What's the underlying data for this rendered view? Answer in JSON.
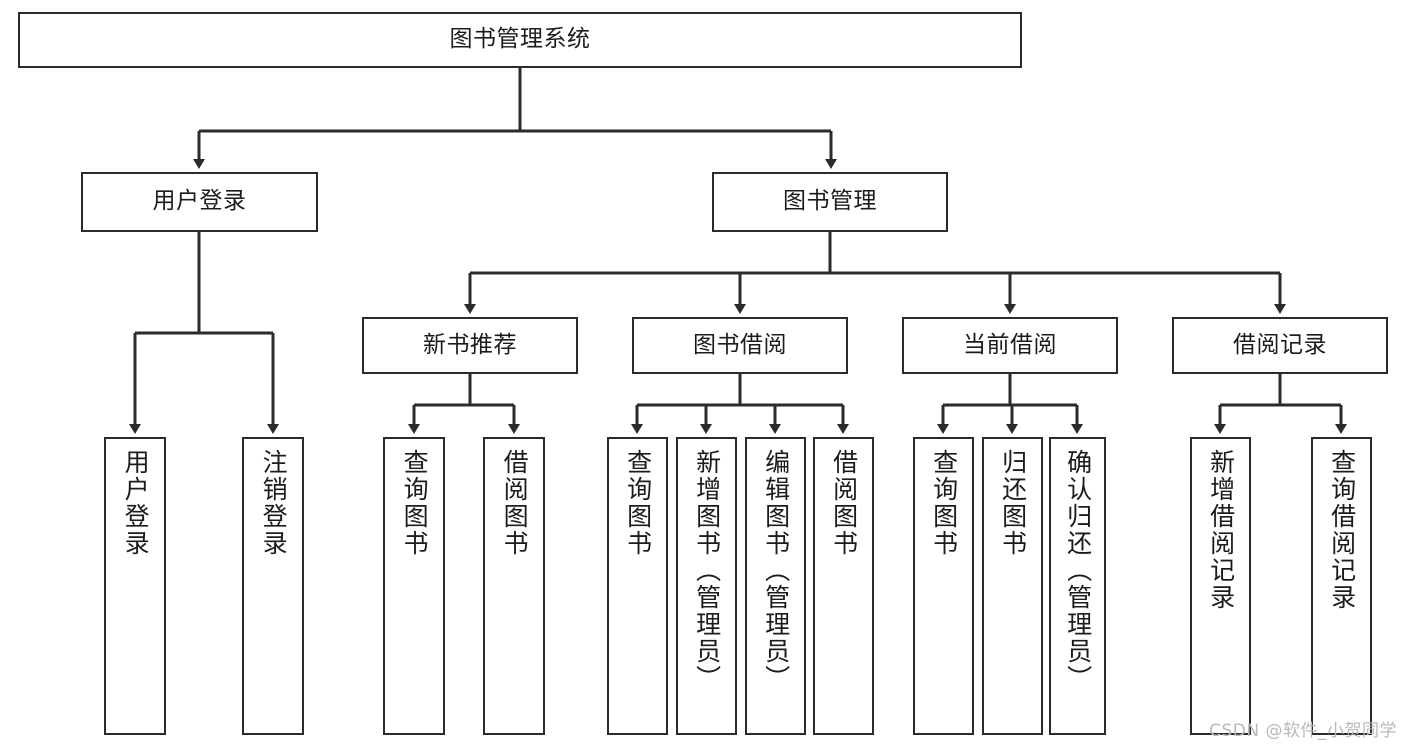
{
  "diagram": {
    "title": "图书管理系统",
    "type": "tree",
    "root": {
      "label": "图书管理系统"
    },
    "level2": [
      {
        "label": "用户登录"
      },
      {
        "label": "图书管理"
      }
    ],
    "level3": [
      {
        "label": "新书推荐"
      },
      {
        "label": "图书借阅"
      },
      {
        "label": "当前借阅"
      },
      {
        "label": "借阅记录"
      }
    ],
    "leaves": {
      "user_login": [
        {
          "label": "用户登录"
        },
        {
          "label": "注销登录"
        }
      ],
      "new_book_recommend": [
        {
          "label": "查询图书"
        },
        {
          "label": "借阅图书"
        }
      ],
      "book_borrow": [
        {
          "label": "查询图书"
        },
        {
          "label": "新增图书（管理员）"
        },
        {
          "label": "编辑图书（管理员）"
        },
        {
          "label": "借阅图书"
        }
      ],
      "current_borrow": [
        {
          "label": "查询图书"
        },
        {
          "label": "归还图书"
        },
        {
          "label": "确认归还（管理员）"
        }
      ],
      "borrow_record": [
        {
          "label": "新增借阅记录"
        },
        {
          "label": "查询借阅记录"
        }
      ]
    },
    "watermark": "CSDN @软件_小贺同学",
    "colors": {
      "stroke": "#2b2b2b",
      "fill": "#ffffff",
      "text": "#1c1c1c",
      "watermark": "#b9b9b9"
    }
  }
}
